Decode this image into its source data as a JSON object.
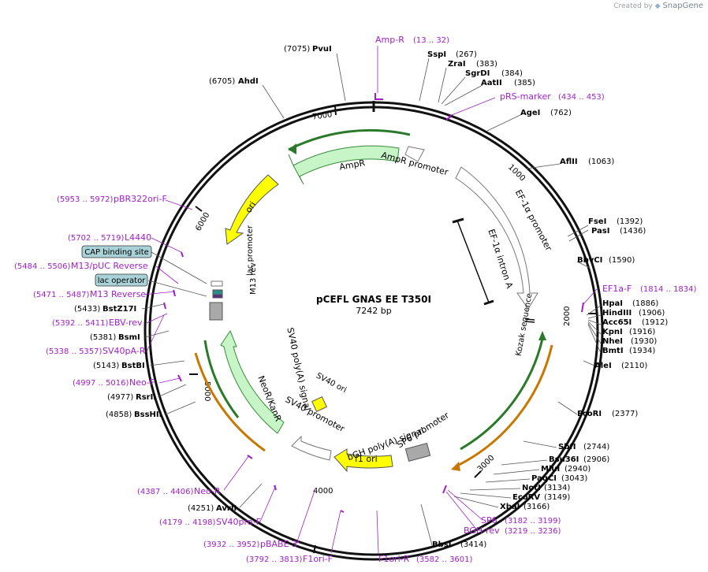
{
  "credit": {
    "prefix": "Created by",
    "brand": "SnapGene"
  },
  "plasmid": {
    "name": "pCEFL GNAS EE T350I",
    "length": "7242 bp"
  },
  "colors": {
    "backbone": "#111111",
    "site": "#000000",
    "primer": "#a020c8",
    "feature_green_fill": "#c7f5c7",
    "feature_green_stroke": "#3a8a3a",
    "ori": "#ffff00",
    "promoter_fill": "#ffffff",
    "promoter_stroke": "#777777",
    "polyA": "#a9a9a9",
    "protein_bind": "#a9d2d8",
    "primer_line_green": "#2a7a2a",
    "primer_line_orange": "#c87800"
  },
  "ticks": [
    "1000",
    "2000",
    "3000",
    "4000",
    "5000",
    "6000",
    "7000"
  ],
  "sites": [
    {
      "name": "PvuI",
      "pos": "(7075)"
    },
    {
      "name": "AhdI",
      "pos": "(6705)"
    },
    {
      "name": "SspI",
      "pos": "(267)"
    },
    {
      "name": "ZraI",
      "pos": "(383)"
    },
    {
      "name": "SgrDI",
      "pos": "(384)"
    },
    {
      "name": "AatII",
      "pos": "(385)"
    },
    {
      "name": "AgeI",
      "pos": "(762)"
    },
    {
      "name": "AflII",
      "pos": "(1063)"
    },
    {
      "name": "FseI",
      "pos": "(1392)"
    },
    {
      "name": "PasI",
      "pos": "(1436)"
    },
    {
      "name": "BbvCI",
      "pos": "(1590)"
    },
    {
      "name": "HpaI",
      "pos": "(1886)"
    },
    {
      "name": "HindIII",
      "pos": "(1906)"
    },
    {
      "name": "Acc65I",
      "pos": "(1912)"
    },
    {
      "name": "KpnI",
      "pos": "(1916)"
    },
    {
      "name": "NheI",
      "pos": "(1930)"
    },
    {
      "name": "BmtI",
      "pos": "(1934)"
    },
    {
      "name": "AleI",
      "pos": "(2110)"
    },
    {
      "name": "EcoRI",
      "pos": "(2377)"
    },
    {
      "name": "SbfI",
      "pos": "(2744)"
    },
    {
      "name": "Bsu36I",
      "pos": "(2906)"
    },
    {
      "name": "MluI",
      "pos": "(2940)"
    },
    {
      "name": "PaqCI",
      "pos": "(3043)"
    },
    {
      "name": "NotI",
      "pos": "(3134)"
    },
    {
      "name": "EcoRV",
      "pos": "(3149)"
    },
    {
      "name": "XbaI",
      "pos": "(3166)"
    },
    {
      "name": "BbsI",
      "pos": "(3414)"
    },
    {
      "name": "AvrII",
      "pos": "(4251)"
    },
    {
      "name": "BssHII",
      "pos": "(4858)"
    },
    {
      "name": "RsrII",
      "pos": "(4977)"
    },
    {
      "name": "BstBI",
      "pos": "(5143)"
    },
    {
      "name": "BsmI",
      "pos": "(5381)"
    },
    {
      "name": "BstZ17I",
      "pos": "(5433)"
    }
  ],
  "primers": [
    {
      "name": "Amp-R",
      "pos": "(13 .. 32)"
    },
    {
      "name": "pRS-marker",
      "pos": "(434 .. 453)"
    },
    {
      "name": "EF1a-F",
      "pos": "(1814 .. 1834)"
    },
    {
      "name": "SP6",
      "pos": "(3182 .. 3199)"
    },
    {
      "name": "BGH-rev",
      "pos": "(3219 .. 3236)"
    },
    {
      "name": "F1ori-R",
      "pos": "(3582 .. 3601)"
    },
    {
      "name": "F1ori-F",
      "pos": "(3792 .. 3813)"
    },
    {
      "name": "pBABE 3'",
      "pos": "(3932 .. 3952)"
    },
    {
      "name": "SV40pro-F",
      "pos": "(4179 .. 4198)"
    },
    {
      "name": "Neo-R",
      "pos": "(4387 .. 4406)"
    },
    {
      "name": "Neo-F",
      "pos": "(4997 .. 5016)"
    },
    {
      "name": "SV40pA-R",
      "pos": "(5338 .. 5357)"
    },
    {
      "name": "EBV-rev",
      "pos": "(5392 .. 5411)"
    },
    {
      "name": "M13 Reverse",
      "pos": "(5471 .. 5487)"
    },
    {
      "name": "M13/pUC Reverse",
      "pos": "(5484 .. 5506)"
    },
    {
      "name": "L4440",
      "pos": "(5702 .. 5719)"
    },
    {
      "name": "pBR322ori-F",
      "pos": "(5953 .. 5972)"
    }
  ],
  "boxed_labels": [
    "CAP binding site",
    "lac operator"
  ],
  "features": {
    "ampR": "AmpR",
    "ampR_promoter": "AmpR promoter",
    "ef1a_promoter": "EF-1α promoter",
    "ef1a_intron": "EF-1α intron A",
    "kozak": "Kozak sequence",
    "ori": "ori",
    "lac_promoter": "lac promoter",
    "m13_rev": "M13 rev",
    "sv40_polyA": "SV40 poly(A) signal",
    "neoR": "NeoR/KanR",
    "sv40_promoter": "SV40 promoter",
    "sv40_ori": "SV40 ori",
    "bgh_polyA": "bGH poly(A) signal",
    "sp6_promoter": "SP6 promoter",
    "f1_ori": "f1 ori"
  }
}
